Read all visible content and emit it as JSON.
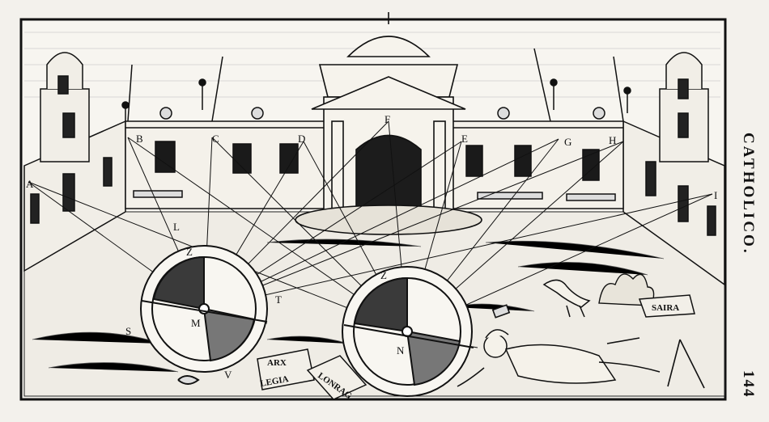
{
  "running_head": "CATHOLICO.",
  "page_number": "144",
  "plate": {
    "letters": {
      "A": "A",
      "B": "B",
      "C": "C",
      "D": "D",
      "E": "E",
      "F": "F",
      "G": "G",
      "H": "H",
      "I": "I",
      "L": "L",
      "M": "M",
      "N": "N",
      "S": "S",
      "T": "T",
      "V": "V",
      "Z1": "Z",
      "Z2": "Z"
    },
    "tablets": {
      "arx": "ARX",
      "legia": "LEGIA",
      "lonrag": "LONRAG",
      "saira": "SAIRA"
    }
  }
}
